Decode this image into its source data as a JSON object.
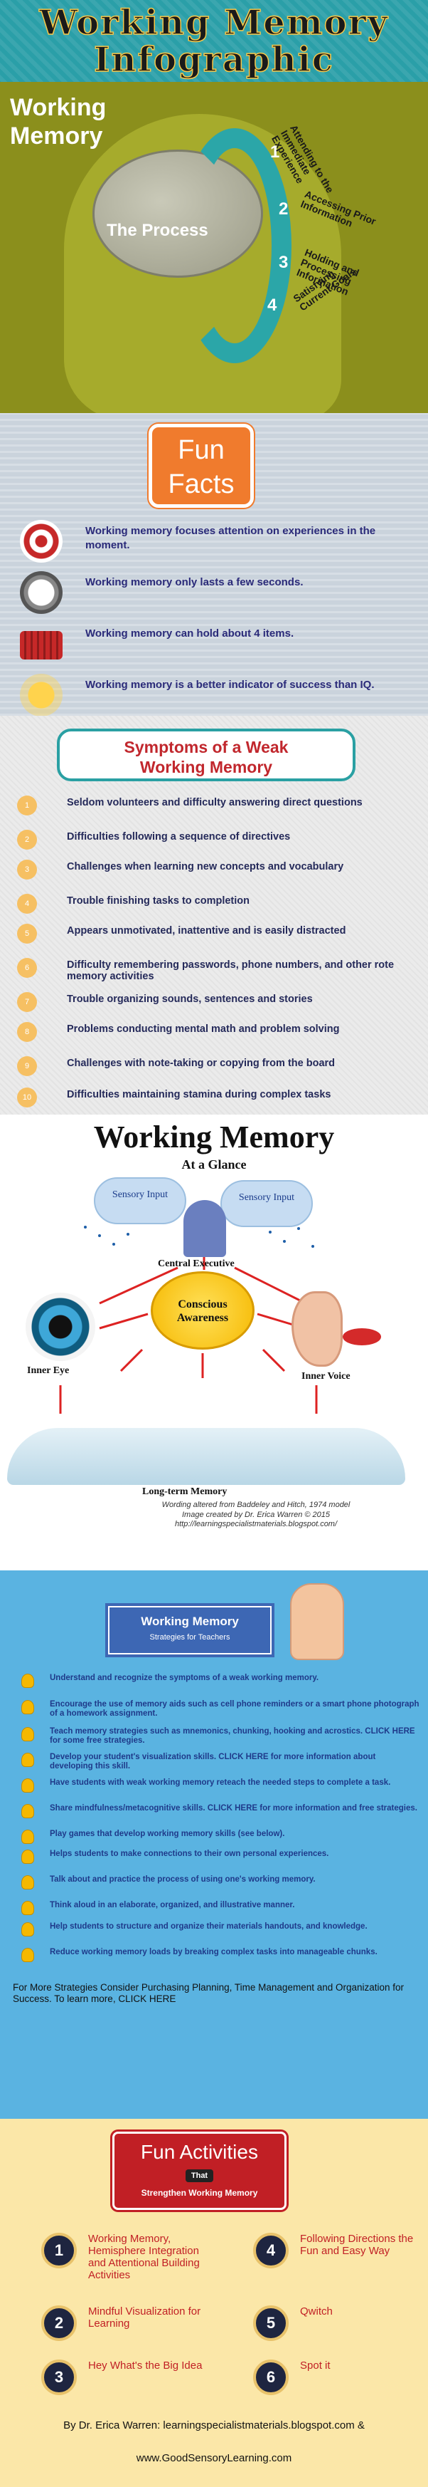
{
  "header": {
    "title_line1": "Working Memory",
    "title_line2": "Infographic"
  },
  "process": {
    "title_line1": "Working",
    "title_line2": "Memory",
    "label": "The Process",
    "steps": [
      {
        "num": "1",
        "text": "Attending to the Immediate Experience"
      },
      {
        "num": "2",
        "text": "Accessing Prior Information"
      },
      {
        "num": "3",
        "text": "Holding and Processing Information"
      },
      {
        "num": "4",
        "text": "Satisfying Current Goals"
      }
    ]
  },
  "fun_facts": {
    "title_line1": "Fun",
    "title_line2": "Facts",
    "items": [
      {
        "icon": "target-icon",
        "text": "Working memory focuses attention on experiences in the moment."
      },
      {
        "icon": "stopwatch-icon",
        "text": "Working memory only lasts a few seconds."
      },
      {
        "icon": "basket-icon",
        "text": "Working memory can hold about 4 items."
      },
      {
        "icon": "lightbulb-icon",
        "text": "Working memory is a better indicator of success than IQ."
      }
    ]
  },
  "symptoms": {
    "title_line1": "Symptoms of a Weak",
    "title_line2": "Working Memory",
    "items": [
      {
        "num": "1",
        "text": "Seldom volunteers and difficulty answering direct questions"
      },
      {
        "num": "2",
        "text": "Difficulties following a sequence of directives"
      },
      {
        "num": "3",
        "text": "Challenges when learning new concepts and vocabulary"
      },
      {
        "num": "4",
        "text": "Trouble finishing tasks to completion"
      },
      {
        "num": "5",
        "text": "Appears unmotivated, inattentive and is easily distracted"
      },
      {
        "num": "6",
        "text": "Difficulty remembering passwords, phone numbers, and other rote memory activities"
      },
      {
        "num": "7",
        "text": "Trouble organizing sounds, sentences and stories"
      },
      {
        "num": "8",
        "text": "Problems conducting mental math and problem solving"
      },
      {
        "num": "9",
        "text": "Challenges with note-taking or copying from the board"
      },
      {
        "num": "10",
        "text": "Difficulties maintaining stamina during complex tasks"
      }
    ]
  },
  "model": {
    "title": "Working Memory",
    "subtitle": "At a Glance",
    "sensory_left": "Sensory Input",
    "sensory_right": "Sensory Input",
    "central": "Central Executive",
    "conscious": "Conscious Awareness",
    "inner_eye": "Inner Eye",
    "inner_voice": "Inner Voice",
    "long_term": "Long-term Memory",
    "caption1": "Wording altered from Baddeley and Hitch, 1974 model",
    "caption2": "Image created by Dr. Erica Warren © 2015 http://learningspecialistmaterials.blogspot.com/"
  },
  "teacher": {
    "title": "Working Memory",
    "subtitle": "Strategies for Teachers",
    "tips": [
      "Understand and recognize the symptoms of a weak working memory.",
      "Encourage the use of memory aids such as cell phone reminders or a smart phone photograph of a homework assignment.",
      "Teach memory strategies such as mnemonics, chunking, hooking and acrostics. CLICK HERE for some free strategies.",
      "Develop your student's visualization skills. CLICK HERE for more information about developing this skill.",
      "Have students with weak working memory reteach the needed steps to complete a task.",
      "Share mindfulness/metacognitive skills. CLICK HERE for more information and free strategies.",
      "Play games that develop working memory skills (see below).",
      "Helps students to make connections to their own personal experiences.",
      "Talk about and practice the process of using one's working memory.",
      "Think aloud in an elaborate, organized, and illustrative manner.",
      "Help students to structure and organize their materials handouts, and knowledge.",
      "Reduce working memory loads by breaking complex tasks into manageable chunks."
    ],
    "more": "For More Strategies Consider Purchasing Planning, Time Management and Organization for Success.  To learn more, CLICK HERE"
  },
  "activities": {
    "title": "Fun Activities",
    "that": "That",
    "subtitle": "Strengthen Working Memory",
    "items": [
      {
        "num": "1",
        "text": "Working Memory, Hemisphere Integration and Attentional Building Activities"
      },
      {
        "num": "4",
        "text": "Following Directions the Fun and Easy Way"
      },
      {
        "num": "2",
        "text": "Mindful Visualization for Learning"
      },
      {
        "num": "5",
        "text": "Qwitch"
      },
      {
        "num": "3",
        "text": "Hey What's the Big Idea"
      },
      {
        "num": "6",
        "text": "Spot it"
      }
    ]
  },
  "footer": {
    "line1": "By Dr. Erica Warren:  learningspecialistmaterials.blogspot.com &",
    "line2": "www.GoodSensoryLearning.com"
  },
  "colors": {
    "teal": "#2a9fa8",
    "olive": "#8b8f1c",
    "orange": "#f07b2d",
    "red": "#c11f25",
    "navy": "#252a5a",
    "sky": "#5ab3e1",
    "cream": "#fbe7a8"
  }
}
